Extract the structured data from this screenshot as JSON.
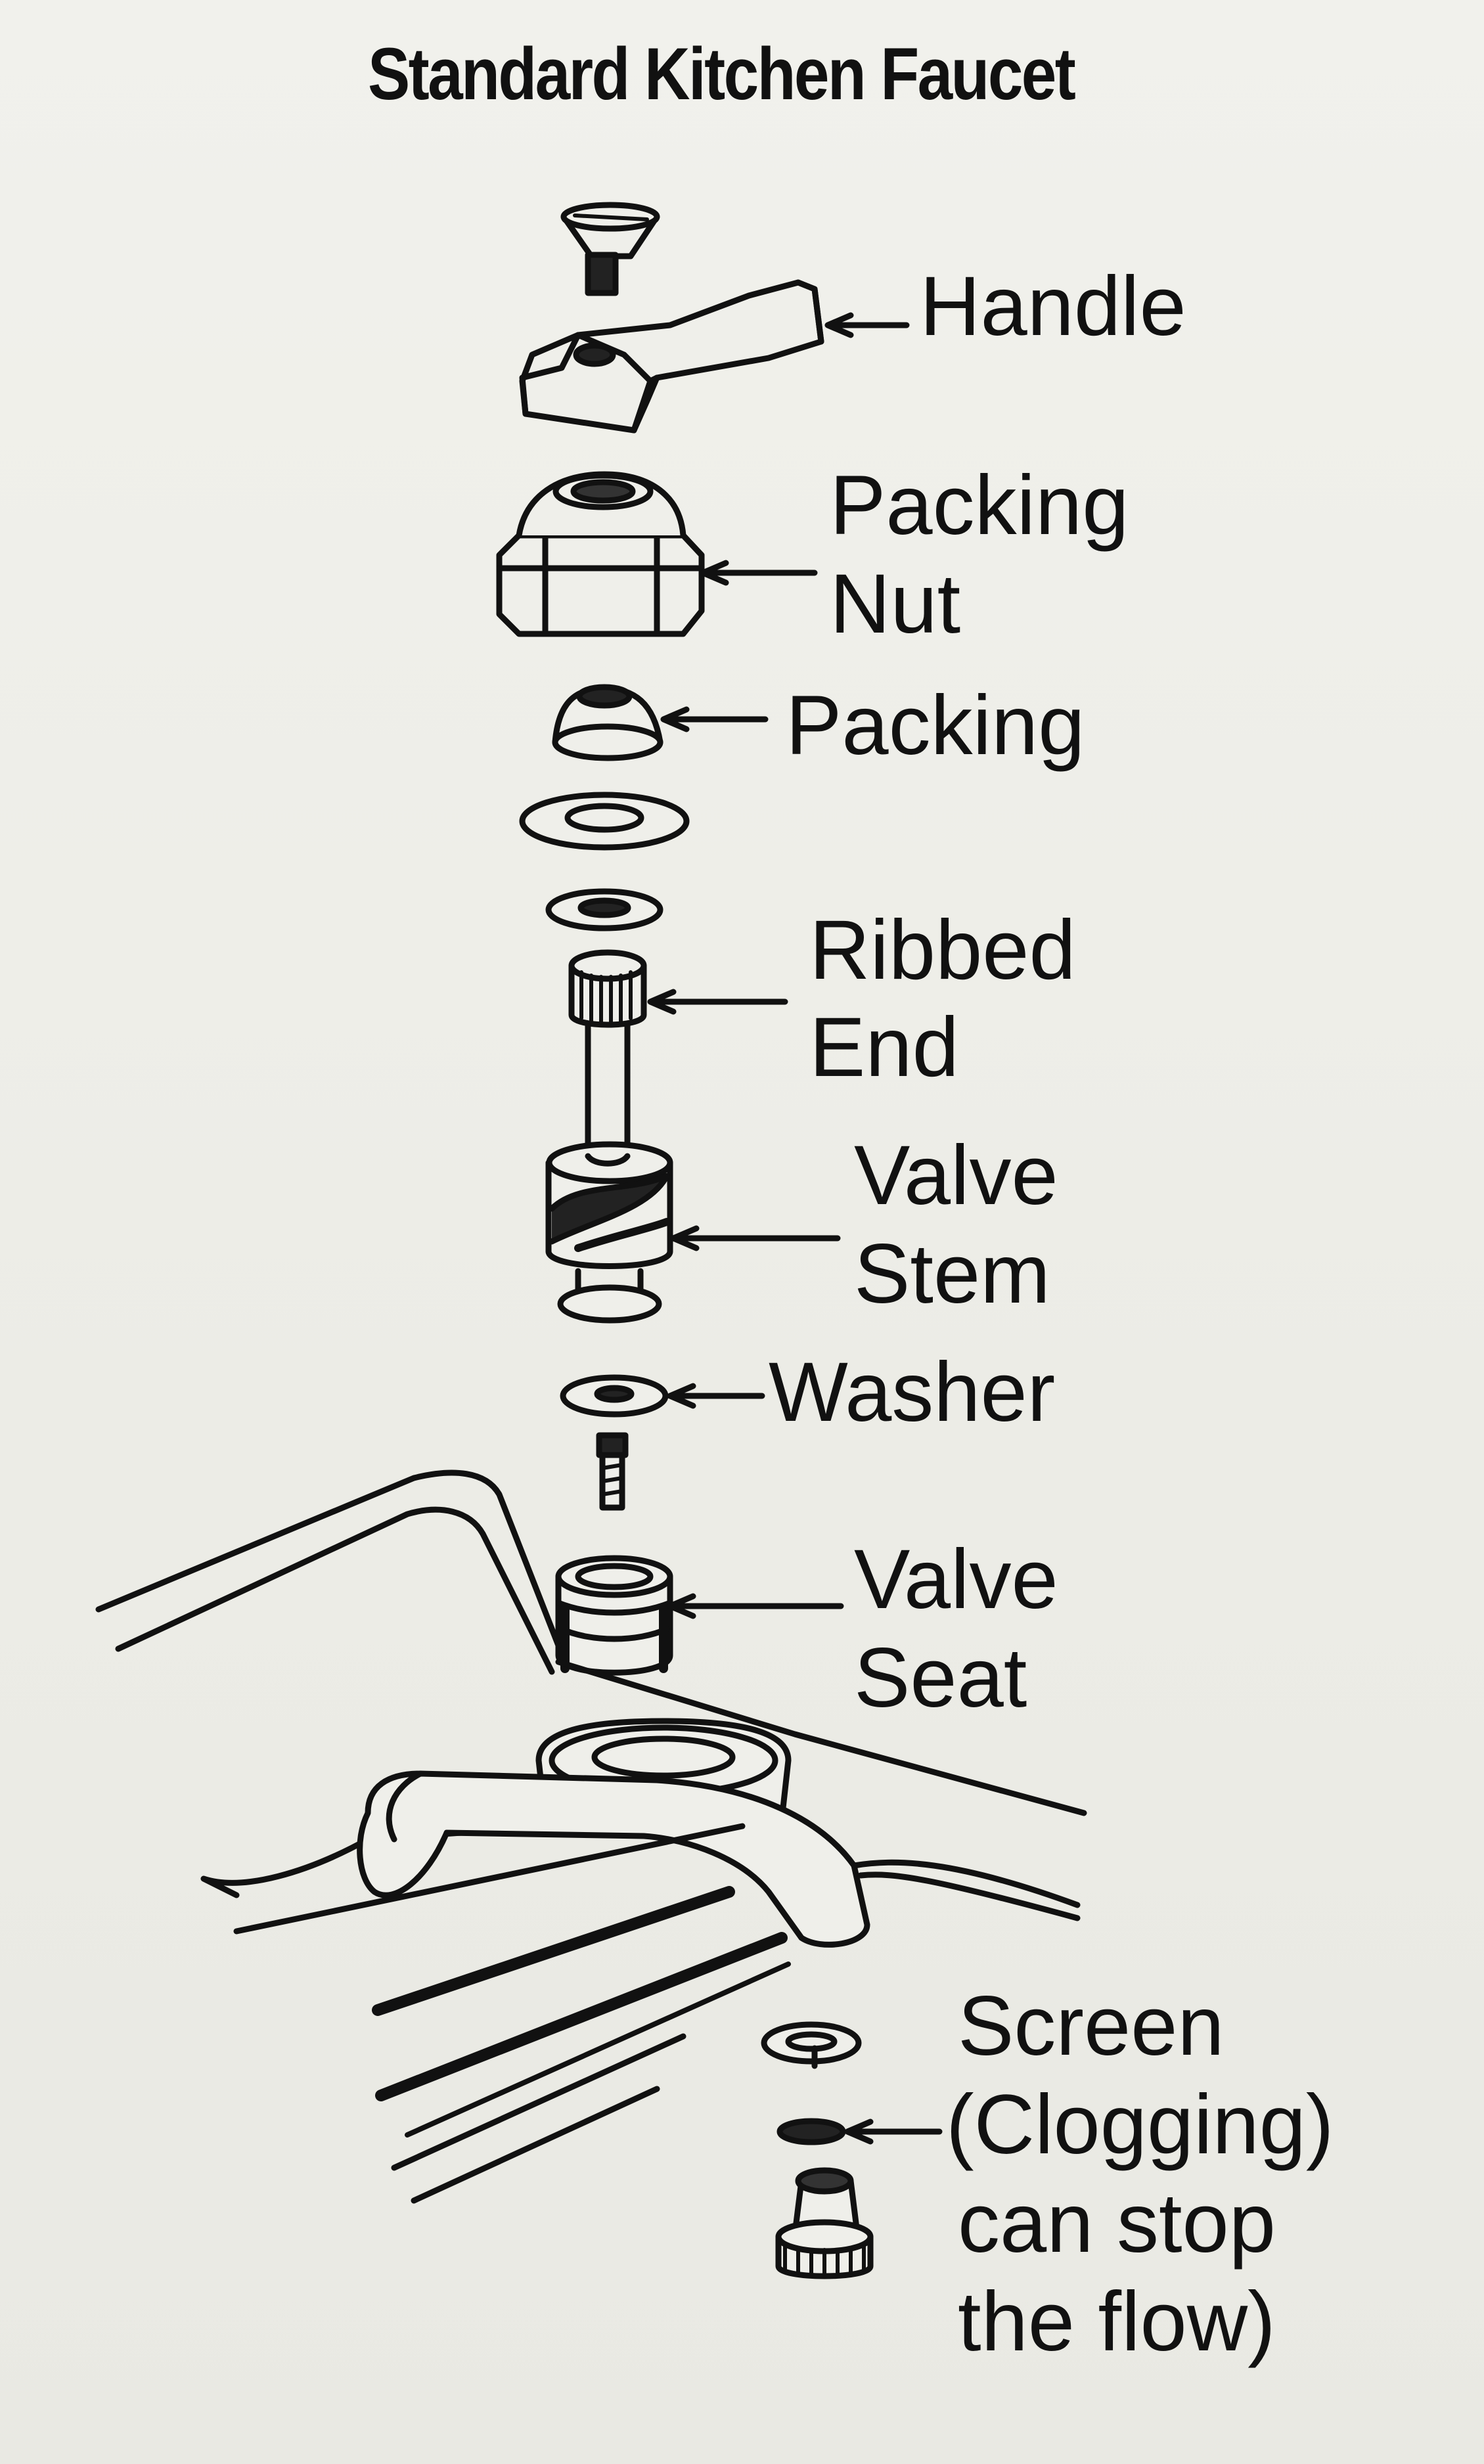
{
  "title": "Standard Kitchen Faucet",
  "labels": {
    "handle": "Handle",
    "packing_nut_1": "Packing",
    "packing_nut_2": "Nut",
    "packing": "Packing",
    "ribbed_end_1": "Ribbed",
    "ribbed_end_2": "End",
    "valve_stem_1": "Valve",
    "valve_stem_2": "Stem",
    "washer": "Washer",
    "valve_seat_1": "Valve",
    "valve_seat_2": "Seat",
    "screen_1": "Screen",
    "screen_2": "(Clogging)",
    "screen_3": "can stop",
    "screen_4": "the flow)"
  },
  "colors": {
    "ink": "#111111",
    "paper": "#efefea"
  }
}
